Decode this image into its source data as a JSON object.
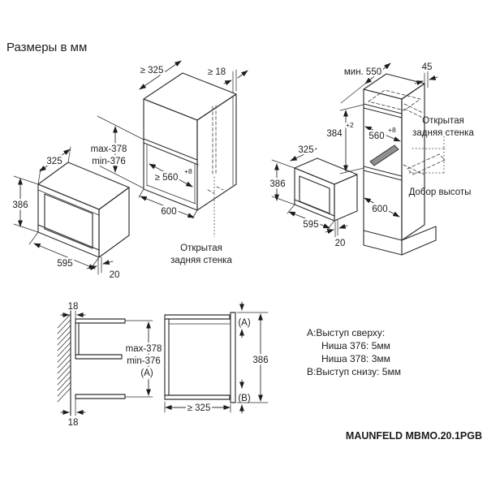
{
  "title": "Размеры в мм",
  "model": "MAUNFELD MBMO.20.1PGB",
  "wall_cabinet": {
    "depth_min": "≥ 325",
    "back_gap_min": "≥ 18",
    "niche_height_max": "max-378",
    "niche_height_min": "min-376",
    "niche_width_min": "≥ 560",
    "niche_width_tol": "+8",
    "width": "600",
    "open_back_1": "Открытая",
    "open_back_2": "задняя стенка"
  },
  "oven_left": {
    "depth": "325",
    "height": "386",
    "width": "595",
    "front_overhang": "20"
  },
  "tall_cabinet": {
    "depth_min": "мин. 550",
    "back_gap": "45",
    "niche_height": "384",
    "niche_height_tol": "+2",
    "niche_width": "560",
    "niche_width_tol": "+8",
    "lower_niche_height": "600",
    "open_back_1": "Открытая",
    "open_back_2": "задняя стенка",
    "filler_label": "Добор высоты"
  },
  "oven_right": {
    "depth": "325",
    "height": "386",
    "width": "595",
    "front_overhang": "20"
  },
  "side_section": {
    "wall_gap_top": "18",
    "wall_gap_bottom": "18",
    "niche_height_max": "max-378",
    "niche_height_min": "min-376",
    "ref_a": "(A)"
  },
  "front_section": {
    "ref_a": "(A)",
    "ref_b": "(B)",
    "door_height": "386",
    "niche_depth_min": "≥ 325"
  },
  "notes": {
    "a_title": "A:Выступ сверху:",
    "a_line1": "Ниша 376: 5мм",
    "a_line2": "Ниша 378: 3мм",
    "b_line": "B:Выступ снизу: 5мм"
  }
}
